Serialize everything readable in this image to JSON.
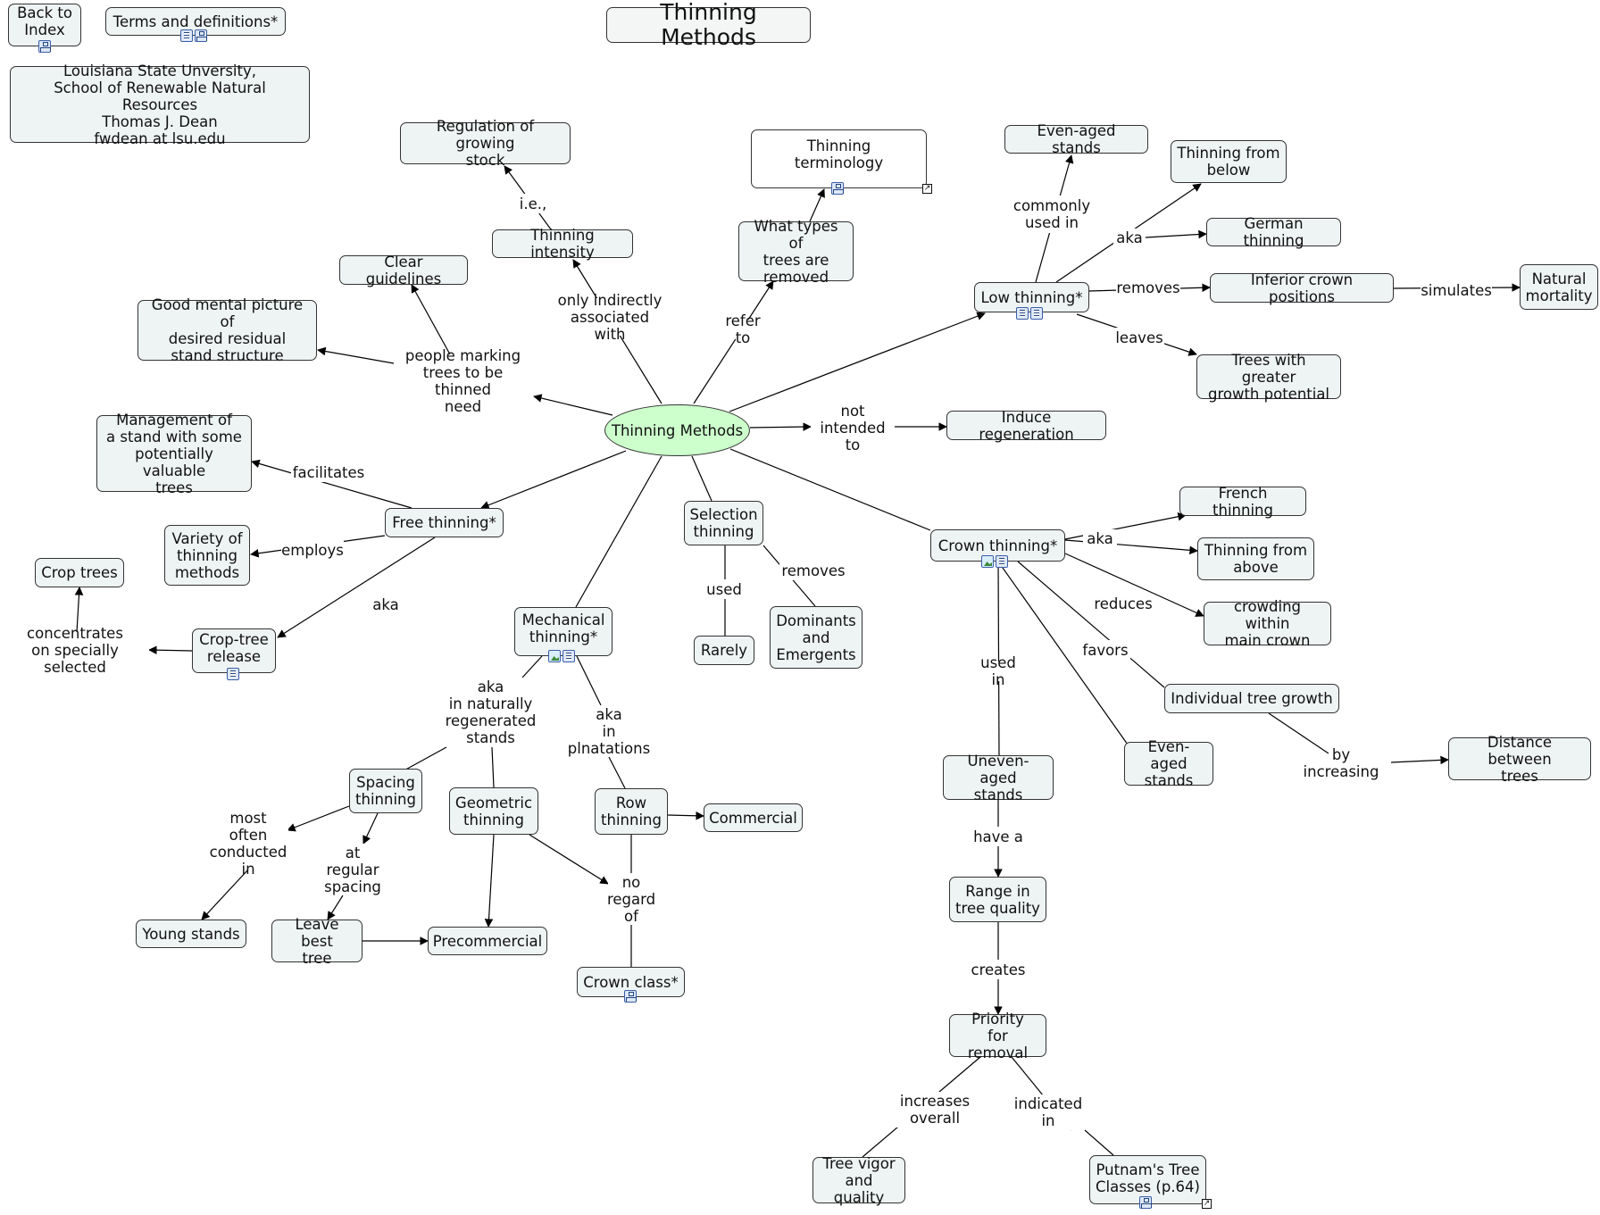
{
  "title": "Thinning Methods",
  "nav": {
    "back": "Back to\nIndex",
    "terms": "Terms and definitions*"
  },
  "author": "Louisiana State Unversity,\nSchool of Renewable Natural Resources\nThomas J. Dean\nfwdean at lsu.edu",
  "root": "Thinning Methods",
  "concepts": {
    "regulation": "Regulation of growing\nstock",
    "intensity": "Thinning intensity",
    "terminology": "Thinning\nterminology",
    "whattypes": "What types of\ntrees are\nremoved",
    "evenaged_top": "Even-aged stands",
    "fromBelow": "Thinning from\nbelow",
    "german": "German thinning",
    "low": "Low thinning*",
    "inferior": "Inferior crown positions",
    "natural": "Natural\nmortality",
    "greater": "Trees with greater\ngrowth potential",
    "clear": "Clear guidelines",
    "mental": "Good mental picture of\ndesired residual\nstand structure",
    "induce": "Induce regeneration",
    "management": "Management of\na stand with some\npotentially valuable\ntrees",
    "free": "Free thinning*",
    "variety": "Variety of\nthinning\nmethods",
    "crop": "Crop trees",
    "croptree": "Crop-tree\nrelease",
    "selection": "Selection\nthinning",
    "rarely": "Rarely",
    "dominants": "Dominants\nand\nEmergents",
    "mechanical": "Mechanical\nthinning*",
    "french": "French thinning",
    "fromAbove": "Thinning from\nabove",
    "crown": "Crown thinning*",
    "crowding": "crowding within\nmain crown",
    "individual": "Individual tree growth",
    "distance": "Distance between\ntrees",
    "evenaged2": "Even-aged\nstands",
    "uneven": "Uneven-aged\nstands",
    "spacing": "Spacing\nthinning",
    "geometric": "Geometric\nthinning",
    "row": "Row\nthinning",
    "commercial": "Commercial",
    "young": "Young stands",
    "leavebest": "Leave best\ntree",
    "precommercial": "Precommercial",
    "crownclass": "Crown class*",
    "range": "Range in\ntree quality",
    "priority": "Priority\nfor removal",
    "vigor": "Tree vigor\nand quality",
    "putnam": "Putnam's Tree\nClasses (p.64)"
  },
  "links": {
    "ie": "i.e.,",
    "indirect": "only indirectly\nassociated with",
    "referto": "refer to",
    "commonly": "commonly\nused in",
    "aka1": "aka",
    "removes1": "removes",
    "simulates": "simulates",
    "leaves": "leaves",
    "people": "people marking\ntrees to be thinned\nneed",
    "notintended": "not\nintended to",
    "facilitates": "facilitates",
    "employs": "employs",
    "aka2": "aka",
    "concentrates": "concentrates\non specially selected",
    "used": "used",
    "removes2": "removes",
    "aka3": "aka",
    "reduces": "reduces",
    "favors": "favors",
    "usedin": "used in",
    "byincreasing": "by increasing",
    "akanatural": "aka\nin naturally\nregenerated\nstands",
    "akaplan": "aka\nin\nplnatations",
    "mostoften": "most often\nconducted\nin",
    "atregular": "at\nregular\nspacing",
    "noregard": "no\nregard\nof",
    "havea": "have a",
    "creates": "creates",
    "increases": "increases\noverall",
    "indicated": "indicated\nin"
  },
  "icons": {
    "terms": [
      "doc-icon",
      "map-icon"
    ],
    "back": [
      "map-icon"
    ],
    "terminology": [
      "map-icon"
    ],
    "low": [
      "doc-icon",
      "doc-icon"
    ],
    "croptree": [
      "doc-icon"
    ],
    "mechanical": [
      "image-icon",
      "doc-icon"
    ],
    "crown": [
      "image-icon",
      "doc-icon"
    ],
    "crownclass": [
      "map-icon"
    ],
    "putnam": [
      "map-icon"
    ]
  }
}
